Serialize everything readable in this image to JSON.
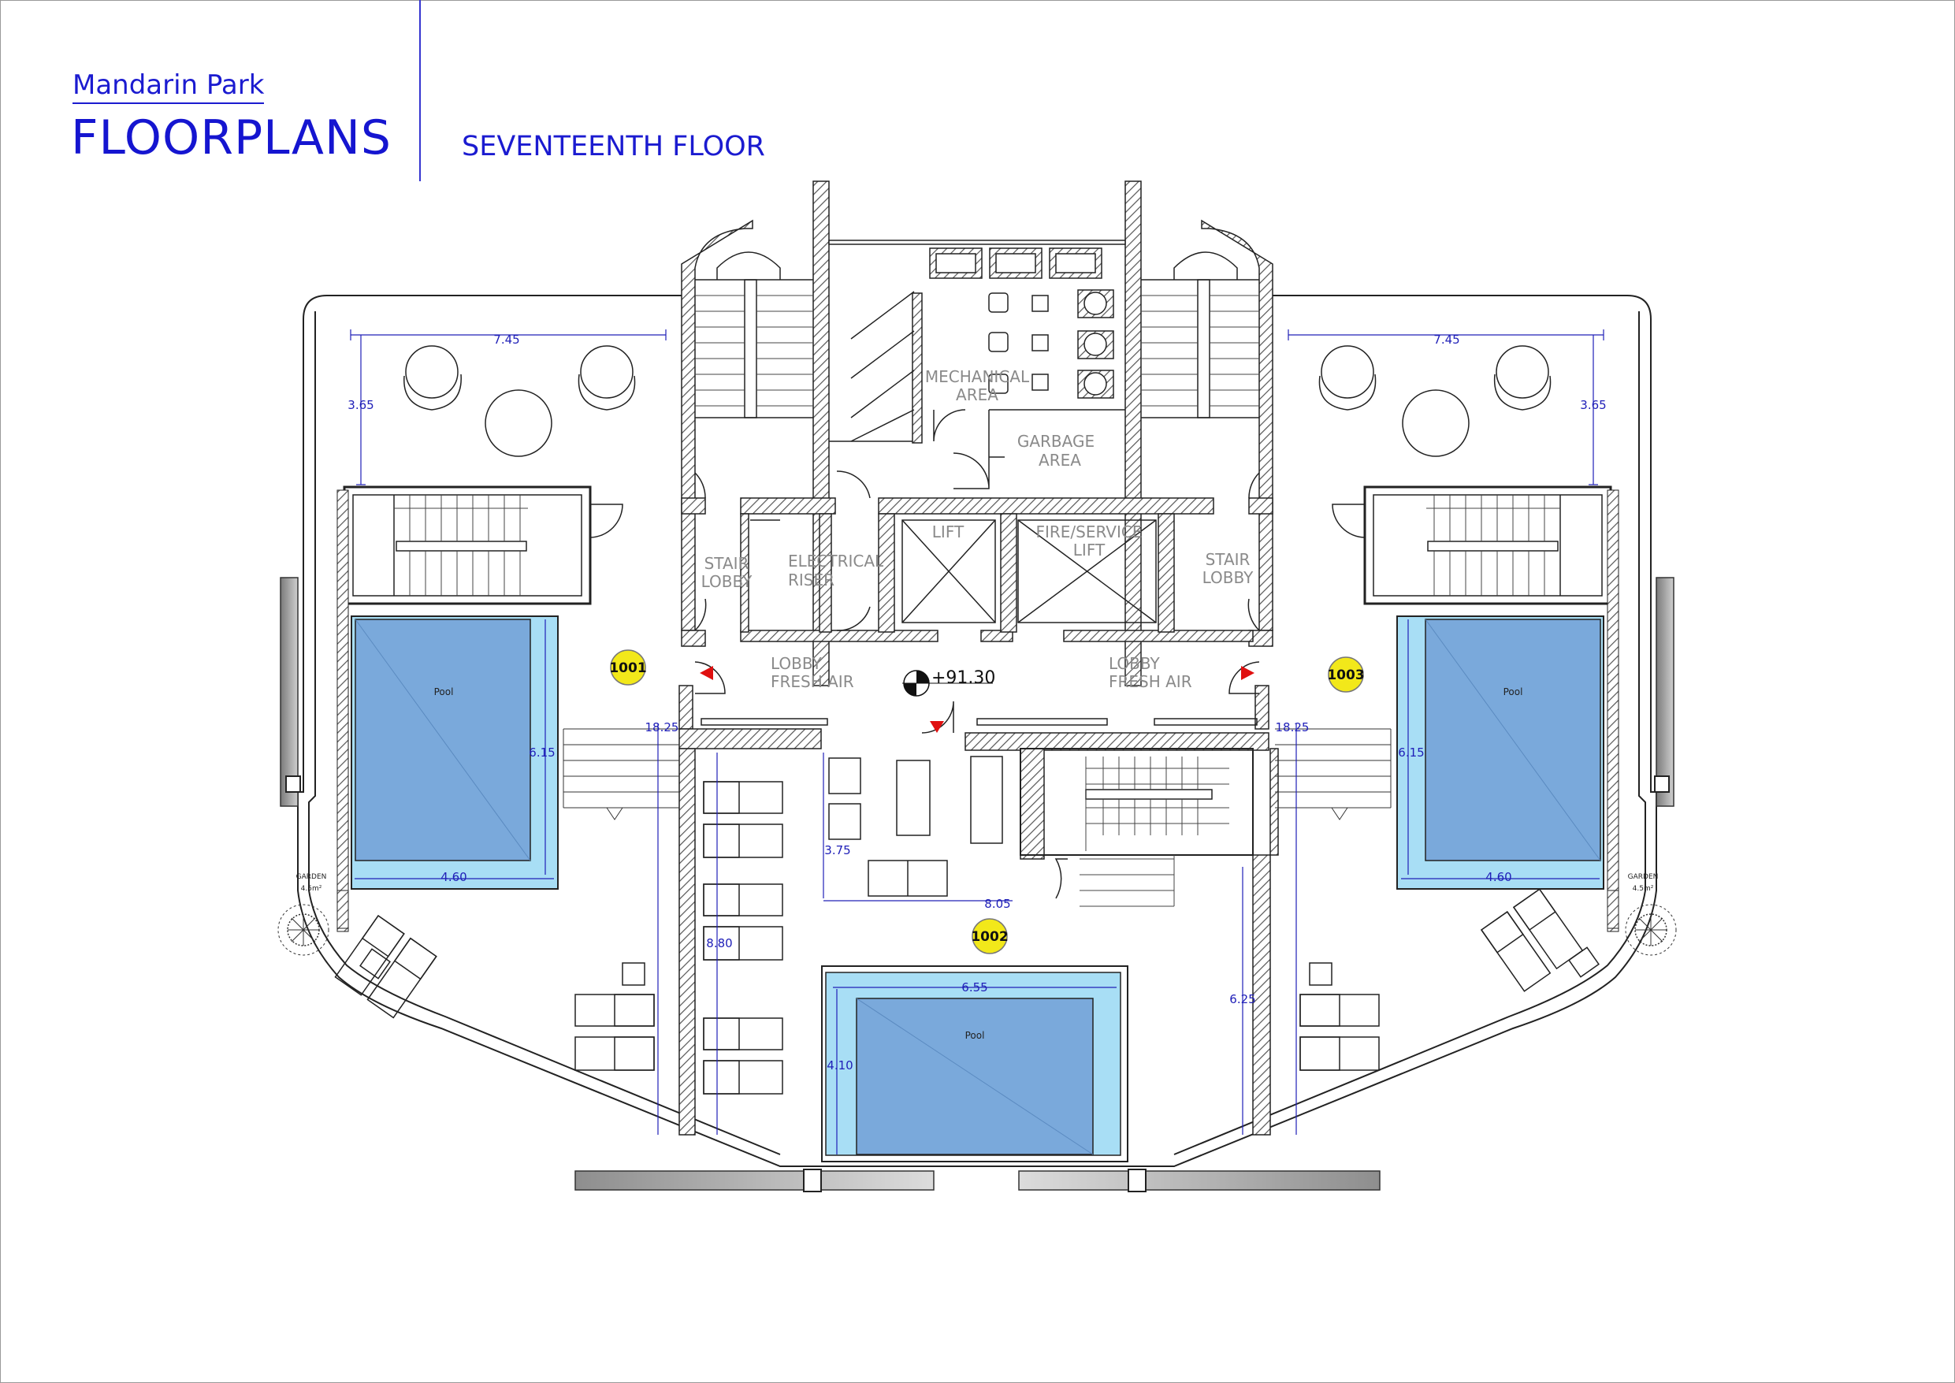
{
  "header": {
    "brand": "Mandarin Park",
    "headline": "FLOORPLANS",
    "floor_title": "SEVENTEENTH FLOOR"
  },
  "rooms": {
    "mechanical_1": "MECHANICAL",
    "mechanical_2": "AREA",
    "garbage_1": "GARBAGE",
    "garbage_2": "AREA",
    "lift": "LIFT",
    "fire_lift_1": "FIRE/SERVICE",
    "fire_lift_2": "LIFT",
    "stair_lobby_left_1": "STAIR",
    "stair_lobby_left_2": "LOBBY",
    "stair_lobby_right_1": "STAIR",
    "stair_lobby_right_2": "LOBBY",
    "electrical_1": "ELECTRICAL",
    "electrical_2": "RISER",
    "fresh_air_left_1": "LOBBY",
    "fresh_air_left_2": "FRESH AIR",
    "fresh_air_right_1": "LOBBY",
    "fresh_air_right_2": "FRESH AIR"
  },
  "elevation": "+91.30",
  "units": {
    "left": "1001",
    "center": "1002",
    "right": "1003"
  },
  "pools": {
    "left": "Pool",
    "center": "Pool",
    "right": "Pool"
  },
  "gardens": {
    "left_name": "GARDEN",
    "left_area": "4.5m²",
    "right_name": "GARDEN",
    "right_area": "4.5m²"
  },
  "dimensions": {
    "left_terrace_width": "7.45",
    "left_terrace_depth": "3.65",
    "right_terrace_width": "7.45",
    "right_terrace_depth": "3.65",
    "left_pool_length": "6.15",
    "left_pool_width": "4.60",
    "right_pool_length": "6.15",
    "right_pool_width": "4.60",
    "left_wing_length": "18.25",
    "right_wing_length": "18.25",
    "center_lounge_depth": "3.75",
    "center_lounge_width": "8.05",
    "center_left_length": "8.80",
    "center_right_length": "6.25",
    "center_pool_width": "6.55",
    "center_pool_length": "4.10"
  },
  "colors": {
    "title_blue": "#1b1bd0",
    "dimension_blue": "#2020b8",
    "pool_water": "#7aa9db",
    "pool_edge": "#a8def5",
    "unit_tag_yellow": "#f2e81a",
    "exit_arrow_red": "#e01010",
    "wall_hatch": "#555555"
  }
}
